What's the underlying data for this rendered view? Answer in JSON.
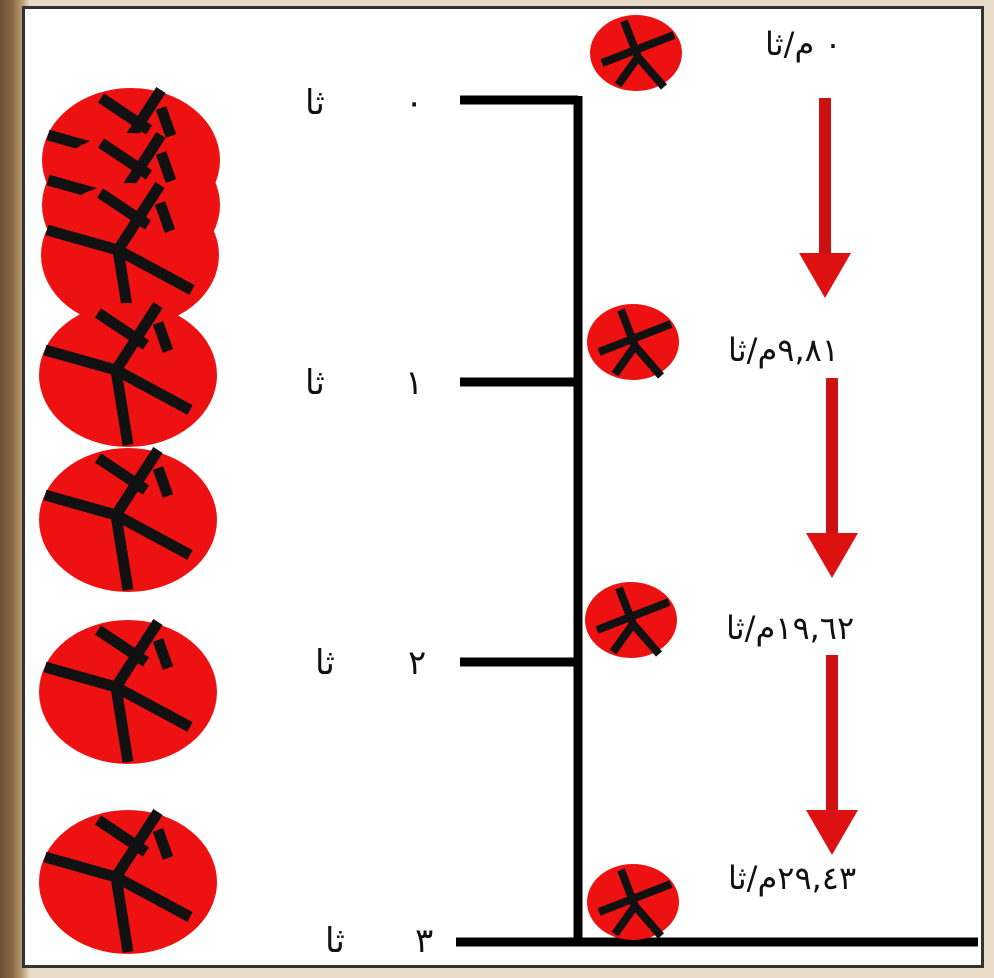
{
  "unit_time": "ثا",
  "times": [
    "٠",
    "١",
    "٢",
    "٣"
  ],
  "velocities": [
    "٠ م/ثا",
    "٩,٨١م/ثا",
    "١٩,٦٢م/ثا",
    "٢٩,٤٣م/ثا"
  ],
  "colors": {
    "ball": "#ee1111",
    "seam": "#111111",
    "arrow": "#cc1111",
    "line": "#000000"
  }
}
